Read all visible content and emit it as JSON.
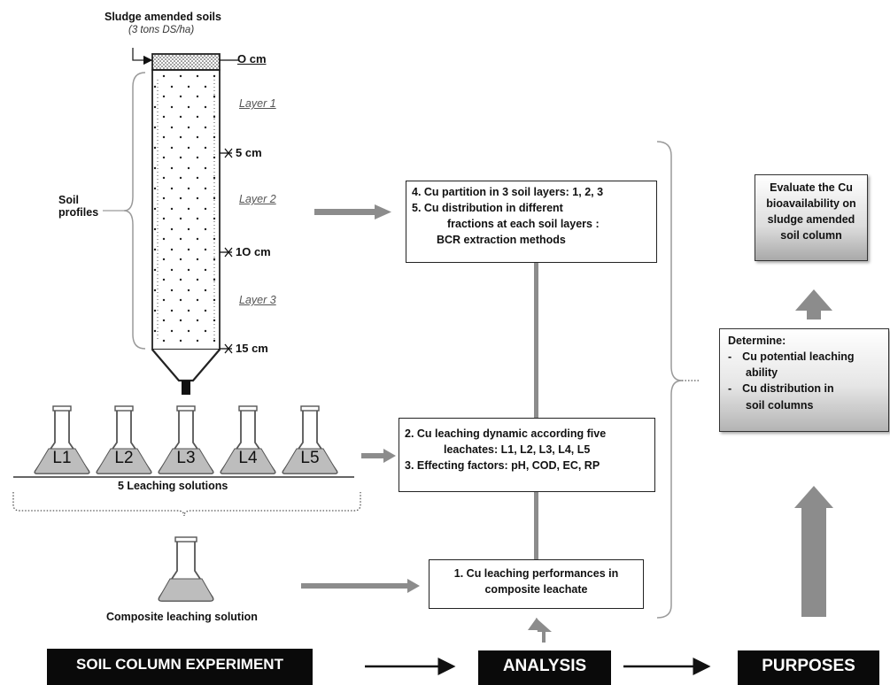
{
  "column": {
    "sludge_label": "Sludge amended soils",
    "sludge_rate": "(3 tons DS/ha)",
    "soil_profiles_line1": "Soil",
    "soil_profiles_line2": "profiles",
    "layers": [
      "Layer 1",
      "Layer 2",
      "Layer 3"
    ],
    "depths": [
      "O cm",
      "5 cm",
      "1O cm",
      "15 cm"
    ]
  },
  "leaching": {
    "flasks": [
      "L1",
      "L2",
      "L3",
      "L4",
      "L5"
    ],
    "caption": "5 Leaching solutions",
    "composite_caption": "Composite leaching solution"
  },
  "analysis_boxes": {
    "partition": {
      "line1": "4. Cu partition in 3 soil layers: 1, 2, 3",
      "line2": "5. Cu distribution in  different",
      "line3": "fractions  at each soil layers :",
      "line4": "BCR extraction methods"
    },
    "dynamic": {
      "line1": "2. Cu leaching dynamic according five",
      "line2": "leachates: L1, L2, L3, L4, L5",
      "line3": "3. Effecting factors: pH, COD, EC, RP"
    },
    "performance": {
      "line1": "1. Cu leaching performances in",
      "line2": "composite leachate"
    }
  },
  "purposes": {
    "evaluate": {
      "line1": "Evaluate the Cu",
      "line2": "bioavailability on",
      "line3": "sludge amended",
      "line4": "soil column"
    },
    "determine": {
      "title": "Determine:",
      "item1_a": "Cu potential leaching",
      "item1_b": "ability",
      "item2_a": "Cu distribution in",
      "item2_b": "soil columns",
      "bullet": "-"
    }
  },
  "footer": {
    "experiment": "SOIL COLUMN EXPERIMENT",
    "analysis": "ANALYSIS",
    "purposes": "PURPOSES"
  },
  "colors": {
    "arrow_gray": "#8c8c8c",
    "bracket_gray": "#9a9a9a",
    "liquid_gray": "#bdbdbd",
    "footer_black": "#0a0a0a"
  }
}
